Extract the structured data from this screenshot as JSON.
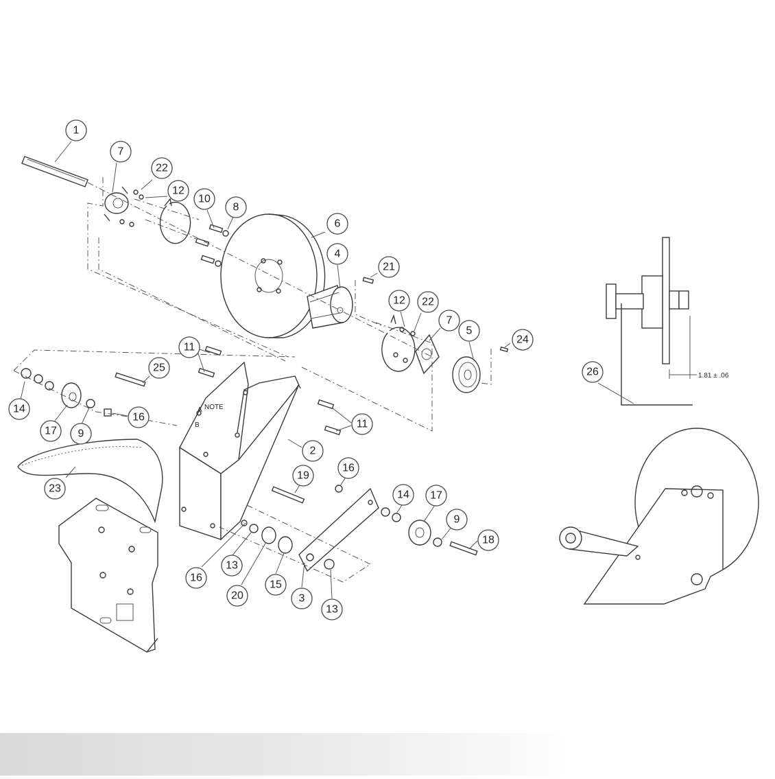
{
  "callouts": [
    "1",
    "2",
    "3",
    "4",
    "5",
    "6",
    "7",
    "8",
    "9",
    "10",
    "11",
    "12",
    "13",
    "14",
    "15",
    "16",
    "17",
    "18",
    "19",
    "20",
    "21",
    "22",
    "23",
    "24",
    "25",
    "26"
  ],
  "labels": {
    "note": "NOTE",
    "point_a": "A",
    "point_b": "B",
    "dimension": "1.81 ± .06"
  }
}
